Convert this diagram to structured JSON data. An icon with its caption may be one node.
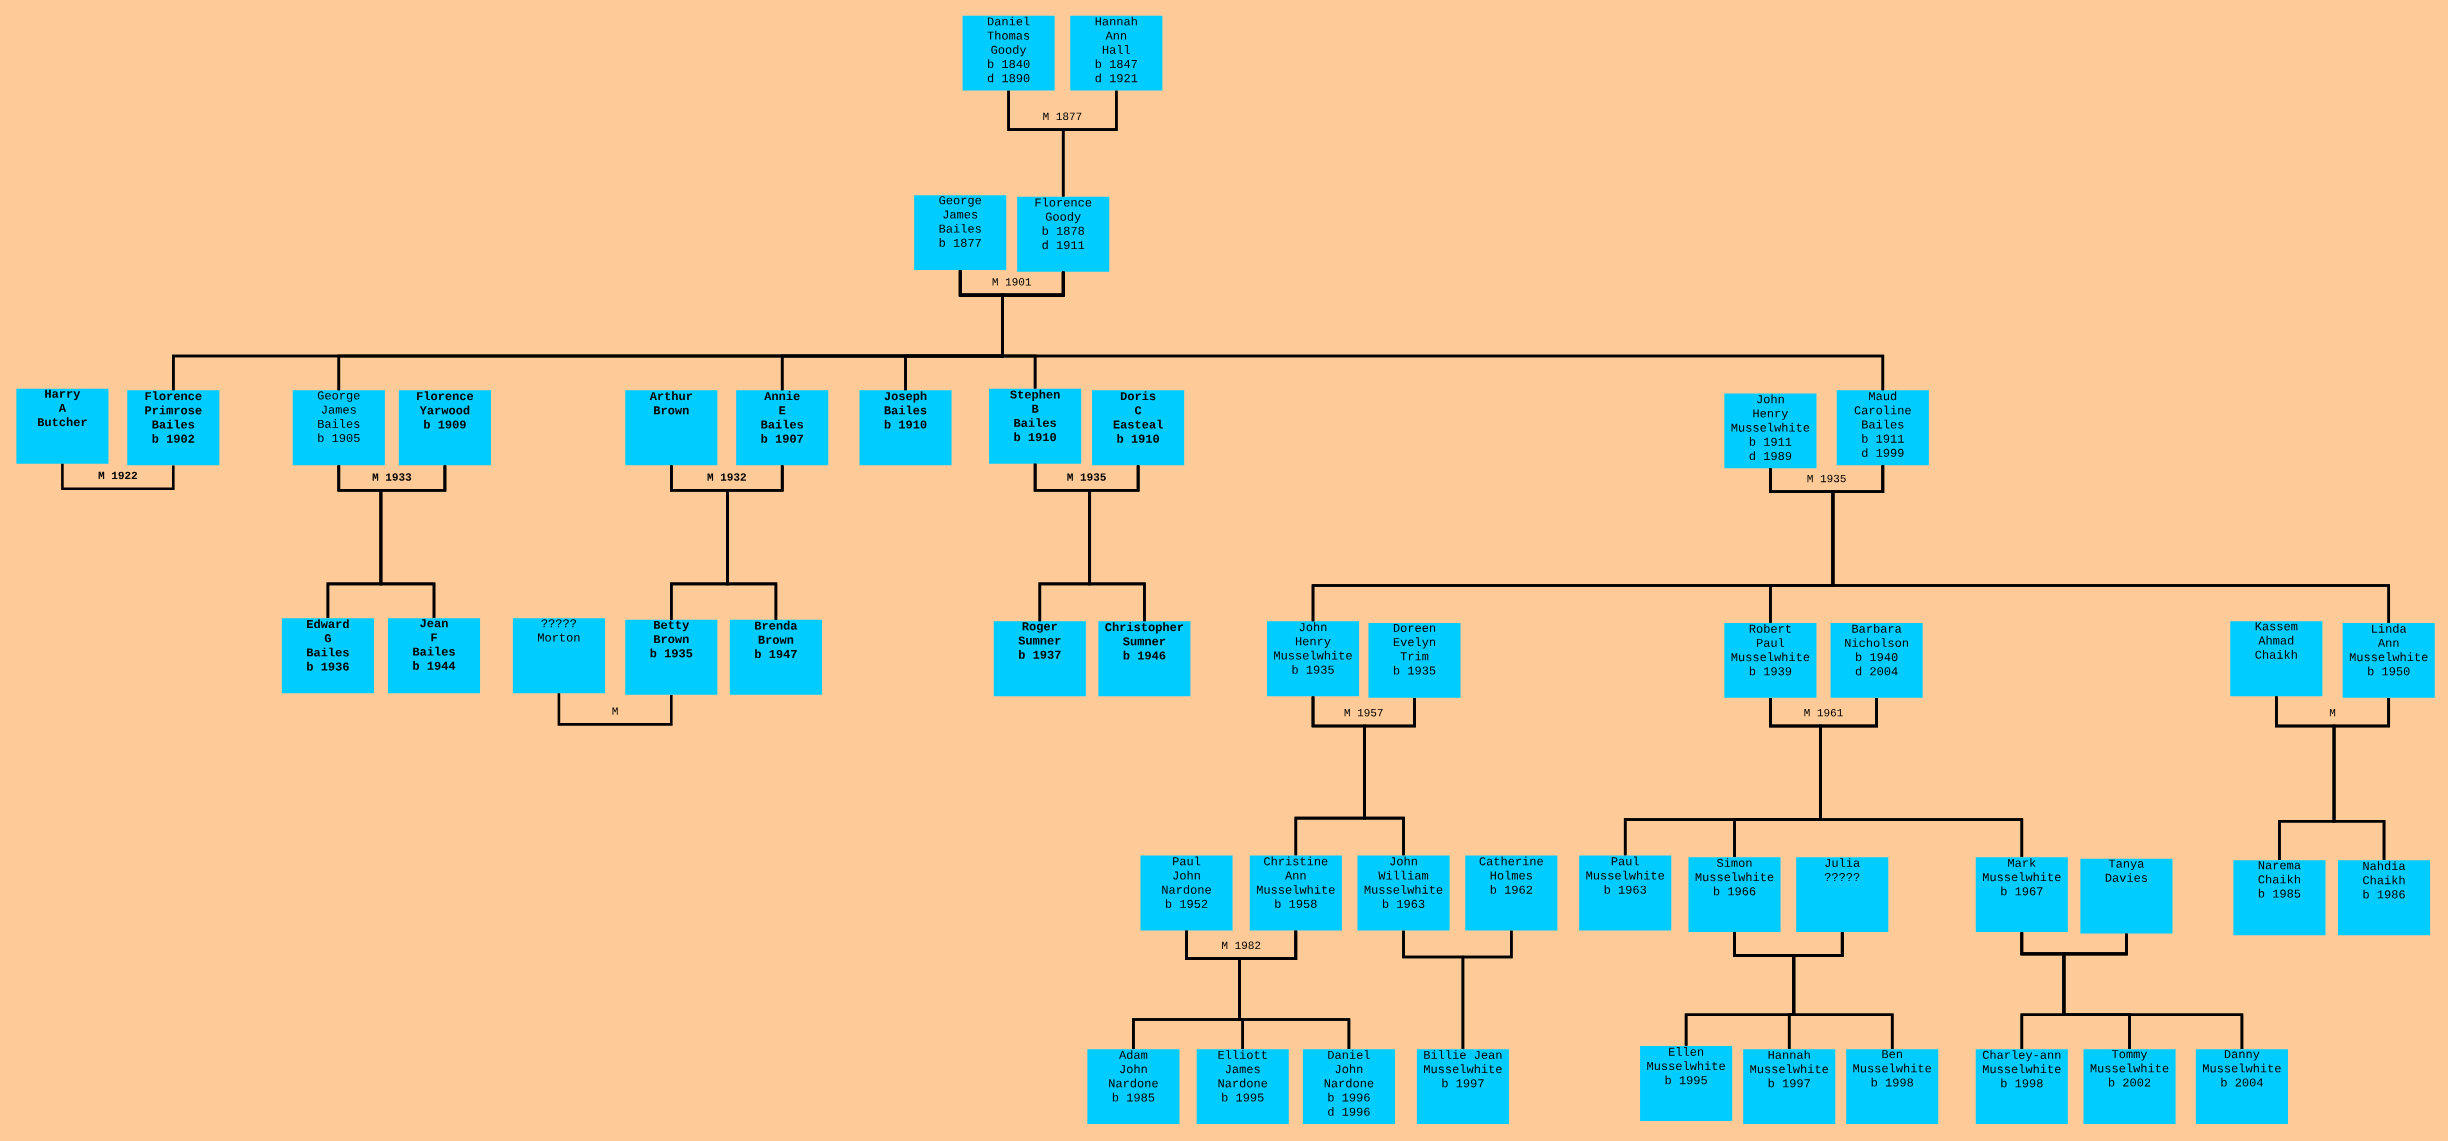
{
  "diagram": {
    "nodes": [
      {
        "text": [
          "Daniel Thomas Goody",
          "b 1840",
          "d 1890"
        ]
      },
      {
        "text": [
          "Hannah Ann Hall",
          "b 1847",
          "d 1921"
        ]
      },
      {
        "text": [
          "George James Bailes",
          "b 1877"
        ]
      },
      {
        "text": [
          "Florence Goody",
          "b 1878",
          "d 1911"
        ]
      },
      {
        "text": [
          "Harry A Butcher"
        ]
      },
      {
        "text": [
          "Florence Primrose Bailes",
          "b 1902"
        ]
      },
      {
        "text": [
          "George James Bailes",
          "b 1905"
        ]
      },
      {
        "text": [
          "Florence Yarwood",
          "b 1909"
        ]
      },
      {
        "text": [
          "Arthur Brown"
        ]
      },
      {
        "text": [
          "Annie E Bailes",
          "b 1907"
        ]
      },
      {
        "text": [
          "Joseph Bailes",
          "b 1910"
        ]
      },
      {
        "text": [
          "Stephen B Bailes",
          "b 1910"
        ]
      },
      {
        "text": [
          "Doris C Easteal",
          "b 1910"
        ]
      },
      {
        "text": [
          "John Henry Musselwhite",
          "b 1911",
          "d 1989"
        ]
      },
      {
        "text": [
          "Maud Caroline Bailes",
          "b 1911",
          "d 1999"
        ]
      },
      {
        "text": [
          "Edward G Bailes",
          "b 1936"
        ]
      },
      {
        "text": [
          "Jean F Bailes",
          "b 1944"
        ]
      },
      {
        "text": [
          "????? Morton"
        ]
      },
      {
        "text": [
          "Betty Brown",
          "b 1935"
        ]
      },
      {
        "text": [
          "Brenda Brown",
          "b 1947"
        ]
      },
      {
        "text": [
          "Roger Sumner",
          "b 1937"
        ]
      },
      {
        "text": [
          "Christopher Sumner",
          "b 1946"
        ]
      },
      {
        "text": [
          "John Henry Musselwhite",
          "b 1935"
        ]
      },
      {
        "text": [
          "Doreen Evelyn Trim",
          "b 1935"
        ]
      },
      {
        "text": [
          "Robert Paul Musselwhite",
          "b 1939"
        ]
      },
      {
        "text": [
          "Barbara Nicholson",
          "b 1940",
          "d 2004"
        ]
      },
      {
        "text": [
          "Kassem Ahmad Chaikh"
        ]
      },
      {
        "text": [
          "Linda Ann Musselwhite",
          "b 1950"
        ]
      },
      {
        "text": [
          "Paul John Nardone",
          "b 1952"
        ]
      },
      {
        "text": [
          "Christine Ann Musselwhite",
          "b 1958"
        ]
      },
      {
        "text": [
          "John William Musselwhite",
          "b 1963"
        ]
      },
      {
        "text": [
          "Catherine Holmes",
          "b 1962"
        ]
      },
      {
        "text": [
          "Paul Musselwhite",
          "b 1963"
        ]
      },
      {
        "text": [
          "Simon Musselwhite",
          "b 1966"
        ]
      },
      {
        "text": [
          "Julia ?????"
        ]
      },
      {
        "text": [
          "Mark Musselwhite",
          "b 1967"
        ]
      },
      {
        "text": [
          "Tanya Davies"
        ]
      },
      {
        "text": [
          "Narema Chaikh",
          "b 1985"
        ]
      },
      {
        "text": [
          "Nahdia Chaikh",
          "b 1986"
        ]
      },
      {
        "text": [
          "Adam John Nardone",
          "b 1985"
        ]
      },
      {
        "text": [
          "Elliott James Nardone",
          "b 1995"
        ]
      },
      {
        "text": [
          "Daniel John Nardone",
          "b 1996",
          "d 1996"
        ]
      },
      {
        "text": [
          "Billie Jean Musselwhite",
          "b 1997"
        ]
      },
      {
        "text": [
          "Ellen Musselwhite",
          "b 1995"
        ]
      },
      {
        "text": [
          "Hannah Musselwhite",
          "b 1997"
        ]
      },
      {
        "text": [
          "Ben Musselwhite",
          "b 1998"
        ]
      },
      {
        "text": [
          "Charley-ann Musselwhite",
          "b 1998"
        ]
      },
      {
        "text": [
          "Tommy Musselwhite",
          "b 2002"
        ]
      },
      {
        "text": [
          "Danny Musselwhite",
          "b 2004"
        ]
      }
    ],
    "edges": [
      {
        "from": 0,
        "to": 1,
        "arrow": "none",
        "label": "M 1877"
      },
      {
        "from": 2,
        "to": 3,
        "arrow": "none",
        "label": "M 1901"
      },
      {
        "from": 4,
        "to": 5,
        "arrow": "none",
        "label": "M 1922"
      },
      {
        "from": 6,
        "to": 7,
        "arrow": "none",
        "label": "M 1933"
      },
      {
        "from": 8,
        "to": 9,
        "arrow": "none",
        "label": "M 1932"
      },
      {
        "from": 11,
        "to": 12,
        "arrow": "none",
        "label": "M 1935"
      },
      {
        "from": 13,
        "to": 14,
        "arrow": "none",
        "label": "M 1935"
      },
      {
        "from": 17,
        "to": 18,
        "arrow": "none",
        "label": "M"
      },
      {
        "from": 22,
        "to": 23,
        "arrow": "none",
        "label": "M 1957"
      },
      {
        "from": 24,
        "to": 25,
        "arrow": "none",
        "label": "M 1961"
      },
      {
        "from": 26,
        "to": 27,
        "arrow": "none",
        "label": "M"
      },
      {
        "from": 28,
        "to": 29,
        "arrow": "none",
        "label": "M 1982"
      },
      {
        "from": 30,
        "to": 31,
        "arrow": "none"
      },
      {
        "from": 33,
        "to": 34,
        "arrow": "none"
      },
      {
        "from": 35,
        "to": 36,
        "arrow": "none"
      },
      {
        "from": 0,
        "to": 3,
        "arrow": "none"
      },
      {
        "from": 1,
        "to": 3,
        "arrow": "none"
      },
      {
        "from": 2,
        "to": 5,
        "arrow": "none"
      },
      {
        "from": 3,
        "to": 5,
        "arrow": "none"
      },
      {
        "from": 2,
        "to": 6,
        "arrow": "none"
      },
      {
        "from": 3,
        "to": 6,
        "arrow": "none"
      },
      {
        "from": 2,
        "to": 9,
        "arrow": "none"
      },
      {
        "from": 3,
        "to": 9,
        "arrow": "none"
      },
      {
        "from": 2,
        "to": 10,
        "arrow": "none"
      },
      {
        "from": 3,
        "to": 10,
        "arrow": "none"
      },
      {
        "from": 2,
        "to": 11,
        "arrow": "none"
      },
      {
        "from": 3,
        "to": 11,
        "arrow": "none"
      },
      {
        "from": 2,
        "to": 14,
        "arrow": "none"
      },
      {
        "from": 3,
        "to": 14,
        "arrow": "none"
      },
      {
        "from": 6,
        "to": 15,
        "arrow": "none"
      },
      {
        "from": 7,
        "to": 15,
        "arrow": "none"
      },
      {
        "from": 6,
        "to": 16,
        "arrow": "none"
      },
      {
        "from": 7,
        "to": 16,
        "arrow": "none"
      },
      {
        "from": 8,
        "to": 18,
        "arrow": "none"
      },
      {
        "from": 9,
        "to": 18,
        "arrow": "none"
      },
      {
        "from": 8,
        "to": 19,
        "arrow": "none"
      },
      {
        "from": 9,
        "to": 19,
        "arrow": "none"
      },
      {
        "from": 11,
        "to": 20,
        "arrow": "none"
      },
      {
        "from": 12,
        "to": 20,
        "arrow": "none"
      },
      {
        "from": 11,
        "to": 21,
        "arrow": "none"
      },
      {
        "from": 12,
        "to": 21,
        "arrow": "none"
      },
      {
        "from": 13,
        "to": 22,
        "arrow": "none"
      },
      {
        "from": 14,
        "to": 22,
        "arrow": "none"
      },
      {
        "from": 13,
        "to": 24,
        "arrow": "none"
      },
      {
        "from": 14,
        "to": 24,
        "arrow": "none"
      },
      {
        "from": 13,
        "to": 27,
        "arrow": "none"
      },
      {
        "from": 14,
        "to": 27,
        "arrow": "none"
      },
      {
        "from": 22,
        "to": 29,
        "arrow": "none"
      },
      {
        "from": 23,
        "to": 29,
        "arrow": "none"
      },
      {
        "from": 22,
        "to": 30,
        "arrow": "none"
      },
      {
        "from": 23,
        "to": 30,
        "arrow": "none"
      },
      {
        "from": 24,
        "to": 32,
        "arrow": "none"
      },
      {
        "from": 25,
        "to": 32,
        "arrow": "none"
      },
      {
        "from": 24,
        "to": 33,
        "arrow": "none"
      },
      {
        "from": 25,
        "to": 33,
        "arrow": "none"
      },
      {
        "from": 24,
        "to": 35,
        "arrow": "none"
      },
      {
        "from": 25,
        "to": 35,
        "arrow": "none"
      },
      {
        "from": 26,
        "to": 37,
        "arrow": "none"
      },
      {
        "from": 27,
        "to": 37,
        "arrow": "none"
      },
      {
        "from": 26,
        "to": 38,
        "arrow": "none"
      },
      {
        "from": 27,
        "to": 38,
        "arrow": "none"
      },
      {
        "from": 28,
        "to": 39,
        "arrow": "none"
      },
      {
        "from": 29,
        "to": 39,
        "arrow": "none"
      },
      {
        "from": 28,
        "to": 40,
        "arrow": "none"
      },
      {
        "from": 29,
        "to": 40,
        "arrow": "none"
      },
      {
        "from": 28,
        "to": 41,
        "arrow": "none"
      },
      {
        "from": 29,
        "to": 41,
        "arrow": "none"
      },
      {
        "from": 30,
        "to": 42,
        "arrow": "none"
      },
      {
        "from": 31,
        "to": 42,
        "arrow": "none"
      },
      {
        "from": 33,
        "to": 43,
        "arrow": "none"
      },
      {
        "from": 34,
        "to": 43,
        "arrow": "none"
      },
      {
        "from": 33,
        "to": 44,
        "arrow": "none"
      },
      {
        "from": 34,
        "to": 44,
        "arrow": "none"
      },
      {
        "from": 33,
        "to": 45,
        "arrow": "none"
      },
      {
        "from": 34,
        "to": 45,
        "arrow": "none"
      },
      {
        "from": 35,
        "to": 46,
        "arrow": "none"
      },
      {
        "from": 36,
        "to": 46,
        "arrow": "none"
      },
      {
        "from": 35,
        "to": 47,
        "arrow": "none"
      },
      {
        "from": 36,
        "to": 47,
        "arrow": "none"
      },
      {
        "from": 35,
        "to": 48,
        "arrow": "none"
      },
      {
        "from": 36,
        "to": 48,
        "arrow": "none"
      }
    ]
  }
}
